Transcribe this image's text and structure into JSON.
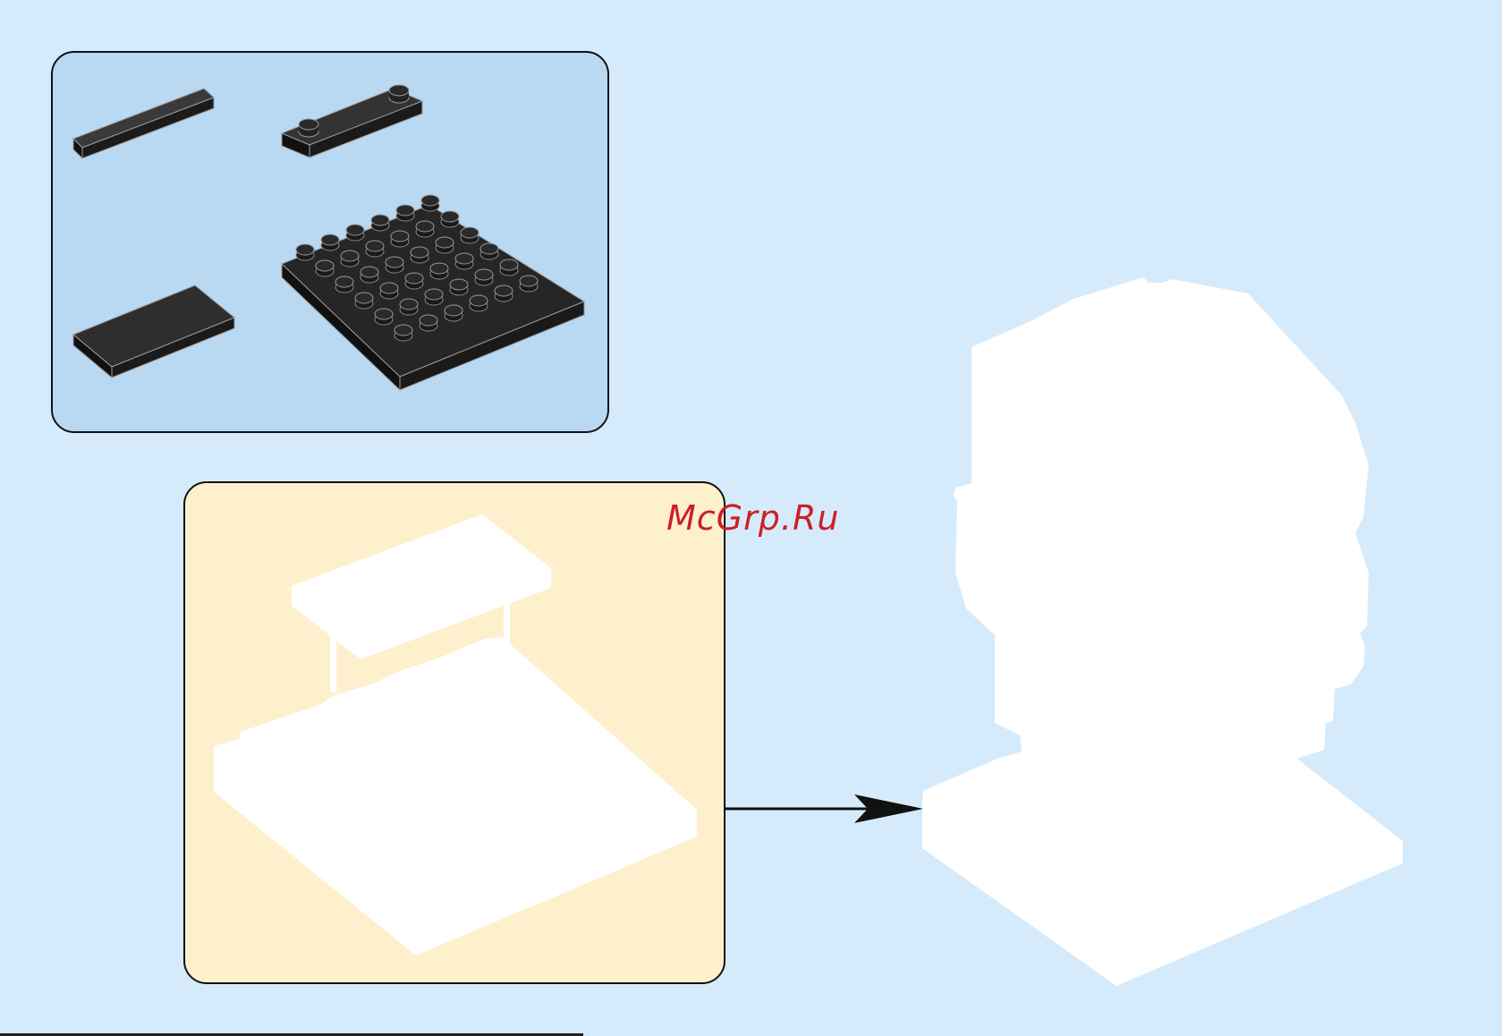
{
  "watermark": {
    "text": "McGrp.Ru"
  },
  "colors": {
    "background": "#d5ebfb",
    "parts_panel": "#b9d8f2",
    "step_panel": "#fff0cd",
    "brick": "#1b1b1b",
    "silhouette": "#ffffff",
    "watermark": "#cc1f26"
  },
  "parts": [
    {
      "name": "tile-1x4-black"
    },
    {
      "name": "plate-1x4-two-studs-black"
    },
    {
      "name": "tile-2x4-black"
    },
    {
      "name": "plate-6x6-black"
    }
  ],
  "icons": [
    "arrow-right-icon"
  ]
}
